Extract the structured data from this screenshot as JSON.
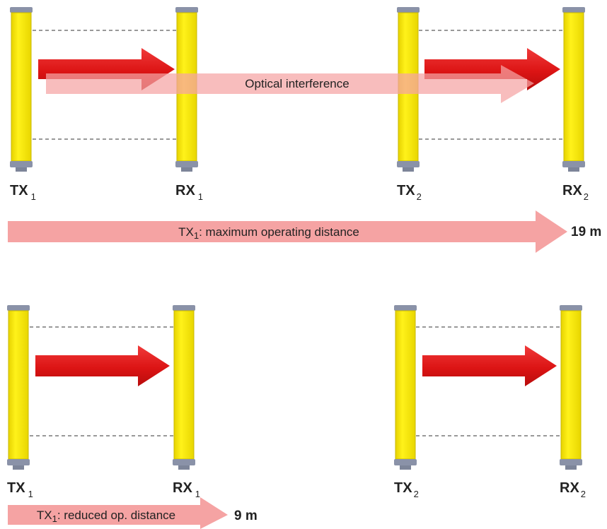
{
  "top_panel": {
    "tx1": {
      "name": "TX",
      "sub": "1"
    },
    "rx1": {
      "name": "RX",
      "sub": "1"
    },
    "tx2": {
      "name": "TX",
      "sub": "2"
    },
    "rx2": {
      "name": "RX",
      "sub": "2"
    },
    "interference_label": "Optical interference",
    "range_arrow": {
      "prefix": "TX",
      "sub": "1",
      "text": ": maximum operating distance"
    },
    "distance": "19 m"
  },
  "bottom_panel": {
    "tx1": {
      "name": "TX",
      "sub": "1"
    },
    "rx1": {
      "name": "RX",
      "sub": "1"
    },
    "tx2": {
      "name": "TX",
      "sub": "2"
    },
    "rx2": {
      "name": "RX",
      "sub": "2"
    },
    "range_arrow": {
      "prefix": "TX",
      "sub": "1",
      "text": ": reduced op. distance"
    },
    "distance": "9 m"
  },
  "colors": {
    "curtain": "#f7e600",
    "curtain_edge": "#c9b800",
    "cap": "#8a92a8",
    "beam": "#e21b1b",
    "interference": "#f6b3b3",
    "dashed": "#333333"
  }
}
